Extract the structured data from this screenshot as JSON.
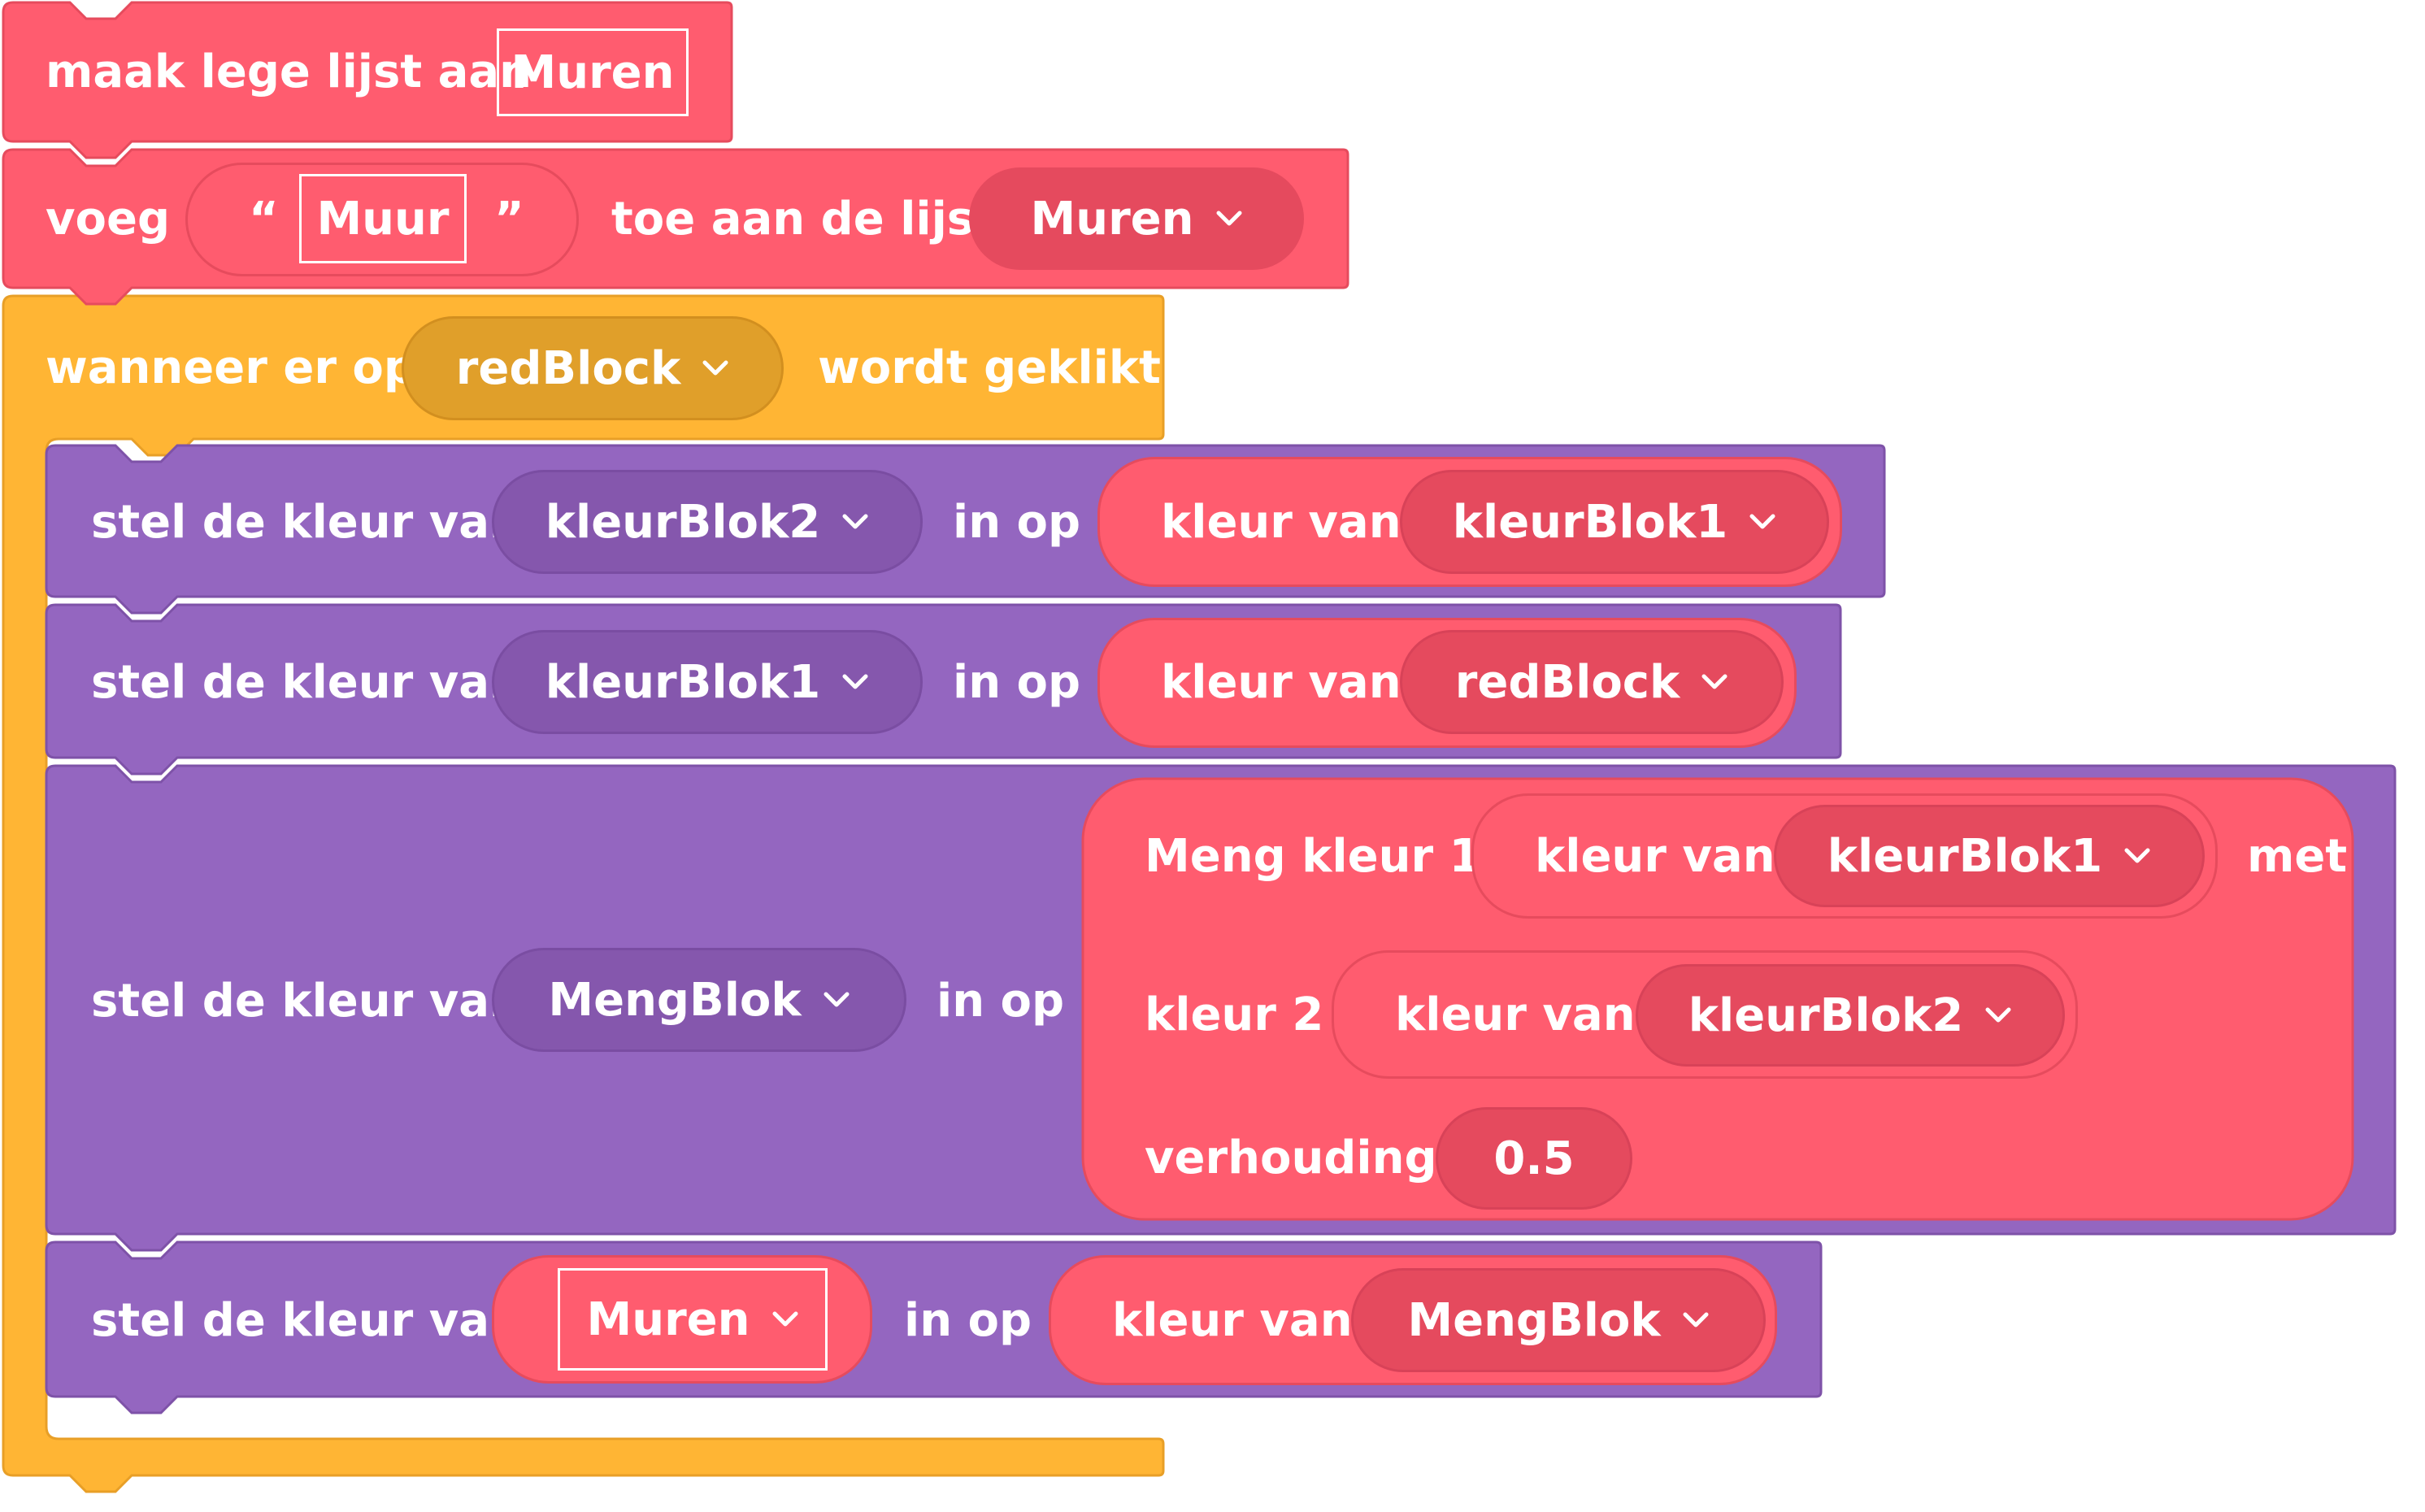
{
  "colors": {
    "list_block": "#ff5c6f",
    "list_border": "#e64b5d",
    "event_block": "#ffb534",
    "event_border": "#e89f27",
    "looks_block": "#9466c0",
    "looks_border": "#7e52a8",
    "dropdown_dark_purple": "#8557ad",
    "dropdown_dark_red": "#e54a5e",
    "dropdown_dark_orange": "#e09f2a",
    "text": "#ffffff"
  },
  "icons": {
    "dropdown": "chevron-down-icon"
  },
  "blocks": {
    "make_list": {
      "label": "maak lege lijst aan",
      "field": "Muren"
    },
    "add_to_list": {
      "label1": "voeg",
      "quote_open": "“",
      "text_value": "Muur",
      "quote_close": "”",
      "label2": "toe aan de lijst",
      "list_dropdown": "Muren"
    },
    "when_clicked": {
      "label1": "wanneer er op",
      "sprite_dropdown": "redBlock",
      "label2": "wordt geklikt"
    },
    "set_color_1": {
      "label1": "stel de kleur van",
      "target_dropdown": "kleurBlok2",
      "label2": "in op",
      "value_label": "kleur van",
      "value_dropdown": "kleurBlok1"
    },
    "set_color_2": {
      "label1": "stel de kleur van",
      "target_dropdown": "kleurBlok1",
      "label2": "in op",
      "value_label": "kleur van",
      "value_dropdown": "redBlock"
    },
    "set_color_3": {
      "label1": "stel de kleur van",
      "target_dropdown": "MengBlok",
      "label2": "in op",
      "mix": {
        "label1": "Meng kleur 1",
        "color1_label": "kleur van",
        "color1_dropdown": "kleurBlok1",
        "label_met": "met",
        "label2": "kleur 2",
        "color2_label": "kleur van",
        "color2_dropdown": "kleurBlok2",
        "label3": "verhouding",
        "ratio": "0.5"
      }
    },
    "set_color_4": {
      "label1": "stel de kleur van",
      "target_dropdown": "Muren",
      "label2": "in op",
      "value_label": "kleur van",
      "value_dropdown": "MengBlok"
    }
  }
}
